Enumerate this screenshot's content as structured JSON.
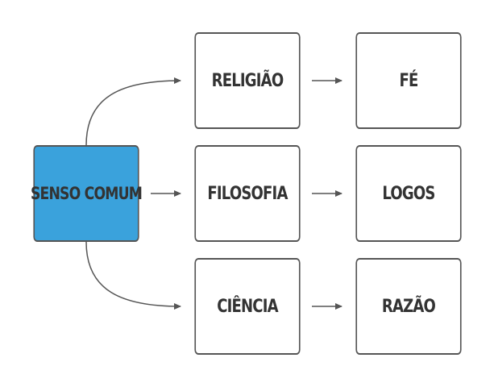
{
  "diagram": {
    "root": {
      "label": "SENSO COMUM",
      "color": "#3aa2dc"
    },
    "branches": [
      {
        "label": "RELIGIÃO",
        "leaf": "FÉ"
      },
      {
        "label": "FILOSOFIA",
        "leaf": "LOGOS"
      },
      {
        "label": "CIÊNCIA",
        "leaf": "RAZÃO"
      }
    ],
    "edge_color": "#555555"
  }
}
